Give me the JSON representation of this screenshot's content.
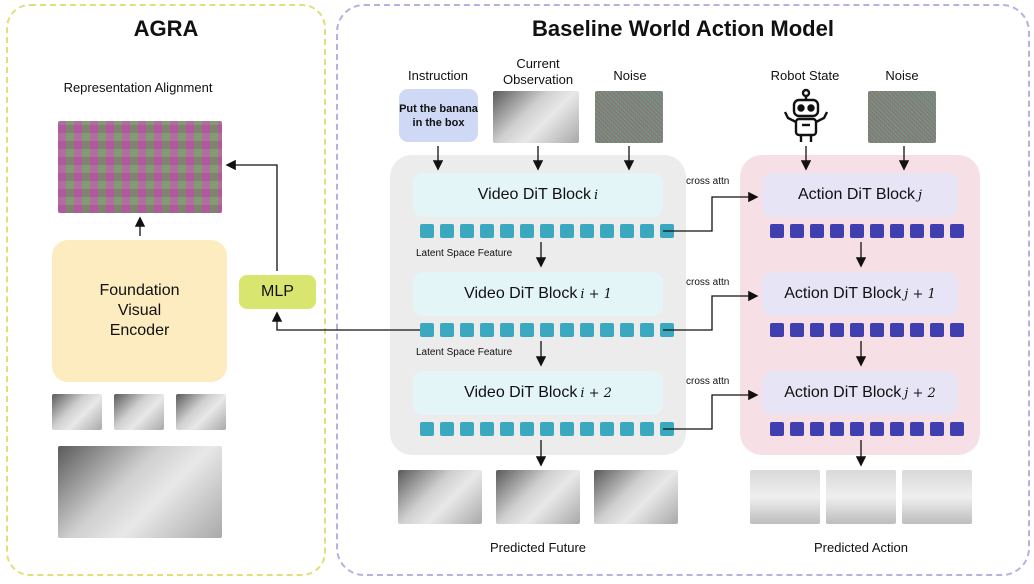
{
  "left_panel": {
    "title": "AGRA",
    "representation_label": "Representation Alignment",
    "encoder_label_line1": "Foundation",
    "encoder_label_line2": "Visual",
    "encoder_label_line3": "Encoder",
    "mlp_label": "MLP"
  },
  "right_panel": {
    "title": "Baseline World Action Model",
    "inputs": {
      "instruction_label": "Instruction",
      "instruction_text": "Put the banana in the box",
      "observation_label": "Current Observation",
      "noise_label": "Noise",
      "robot_state_label": "Robot State",
      "action_noise_label": "Noise"
    },
    "video_blocks": [
      {
        "label": "Video DiT Block ",
        "index": "i"
      },
      {
        "label": "Video DiT Block ",
        "index": "i + 1"
      },
      {
        "label": "Video DiT Block ",
        "index": "i + 2"
      }
    ],
    "action_blocks": [
      {
        "label": "Action DiT Block ",
        "index": "j"
      },
      {
        "label": "Action DiT Block ",
        "index": "j + 1"
      },
      {
        "label": "Action DiT Block ",
        "index": "j + 2"
      }
    ],
    "latent_label": "Latent Space Feature",
    "cross_attn_label": "cross attn",
    "predicted_future_label": "Predicted Future",
    "predicted_action_label": "Predicted Action"
  },
  "colors": {
    "video_token": "#3aa9c0",
    "action_token": "#3f3fb0",
    "encoder_bg": "#fcecbf",
    "mlp_bg": "#d8e66f",
    "action_panel_bg": "#f7dfe6",
    "video_panel_bg": "#ececec"
  }
}
